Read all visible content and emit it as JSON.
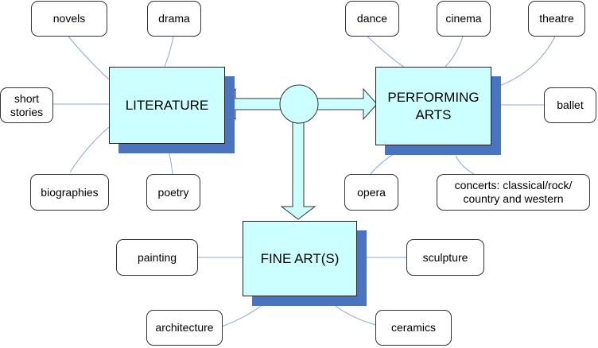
{
  "hubs": {
    "literature": "LITERATURE",
    "performing_arts": "PERFORMING\nARTS",
    "fine_arts": "FINE ART(S)"
  },
  "literature_items": {
    "novels": "novels",
    "drama": "drama",
    "short_stories": "short\nstories",
    "biographies": "biographies",
    "poetry": "poetry"
  },
  "performing_items": {
    "dance": "dance",
    "cinema": "cinema",
    "theatre": "theatre",
    "ballet": "ballet",
    "opera": "opera",
    "concerts": "concerts: classical/rock/\ncountry and western"
  },
  "fine_art_items": {
    "painting": "painting",
    "sculpture": "sculpture",
    "architecture": "architecture",
    "ceramics": "ceramics"
  },
  "colors": {
    "hub_fill": "#ccffff",
    "hub_shadow": "#4a74c0",
    "connector": "#8aaad6",
    "outline": "#333333"
  }
}
